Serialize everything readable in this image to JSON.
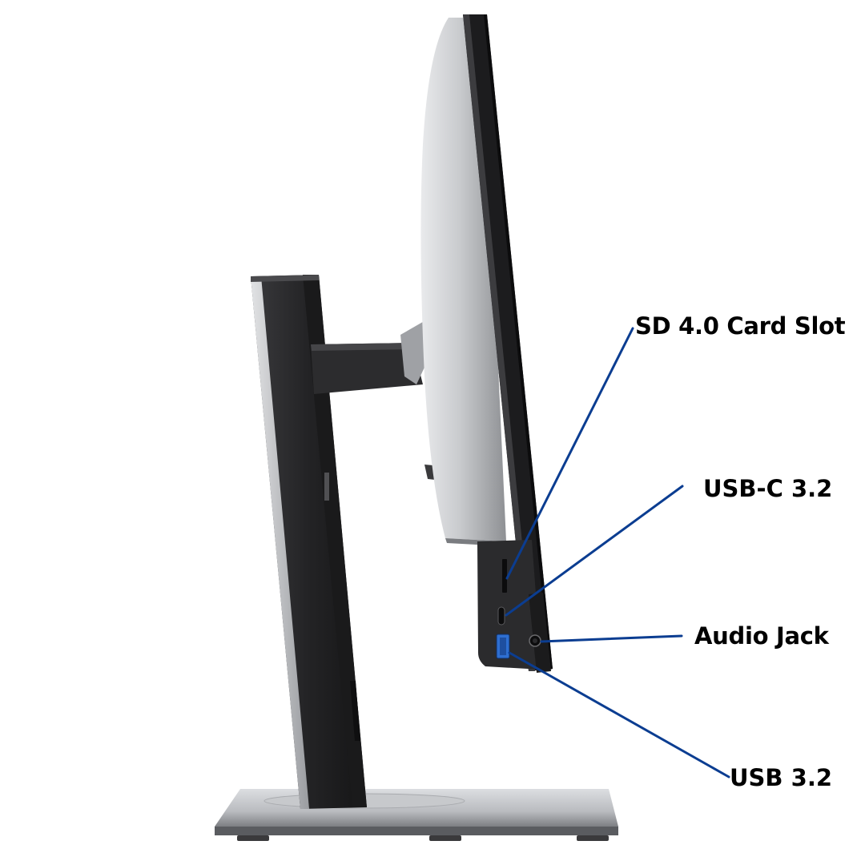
{
  "callouts": {
    "sd_card_slot": "SD 4.0 Card Slot",
    "usb_c": "USB-C 3.2",
    "audio_jack": "Audio Jack",
    "usb": "USB 3.2"
  },
  "colors": {
    "leader_line": "#0b3d91",
    "label_text": "#000000",
    "background": "#ffffff",
    "bezel": "#1c1c1e",
    "shell": "#b9bbbe",
    "stand_dark": "#2a2a2c",
    "stand_silver": "#c6c8cb",
    "usb_port_blue": "#2e6fd1"
  }
}
